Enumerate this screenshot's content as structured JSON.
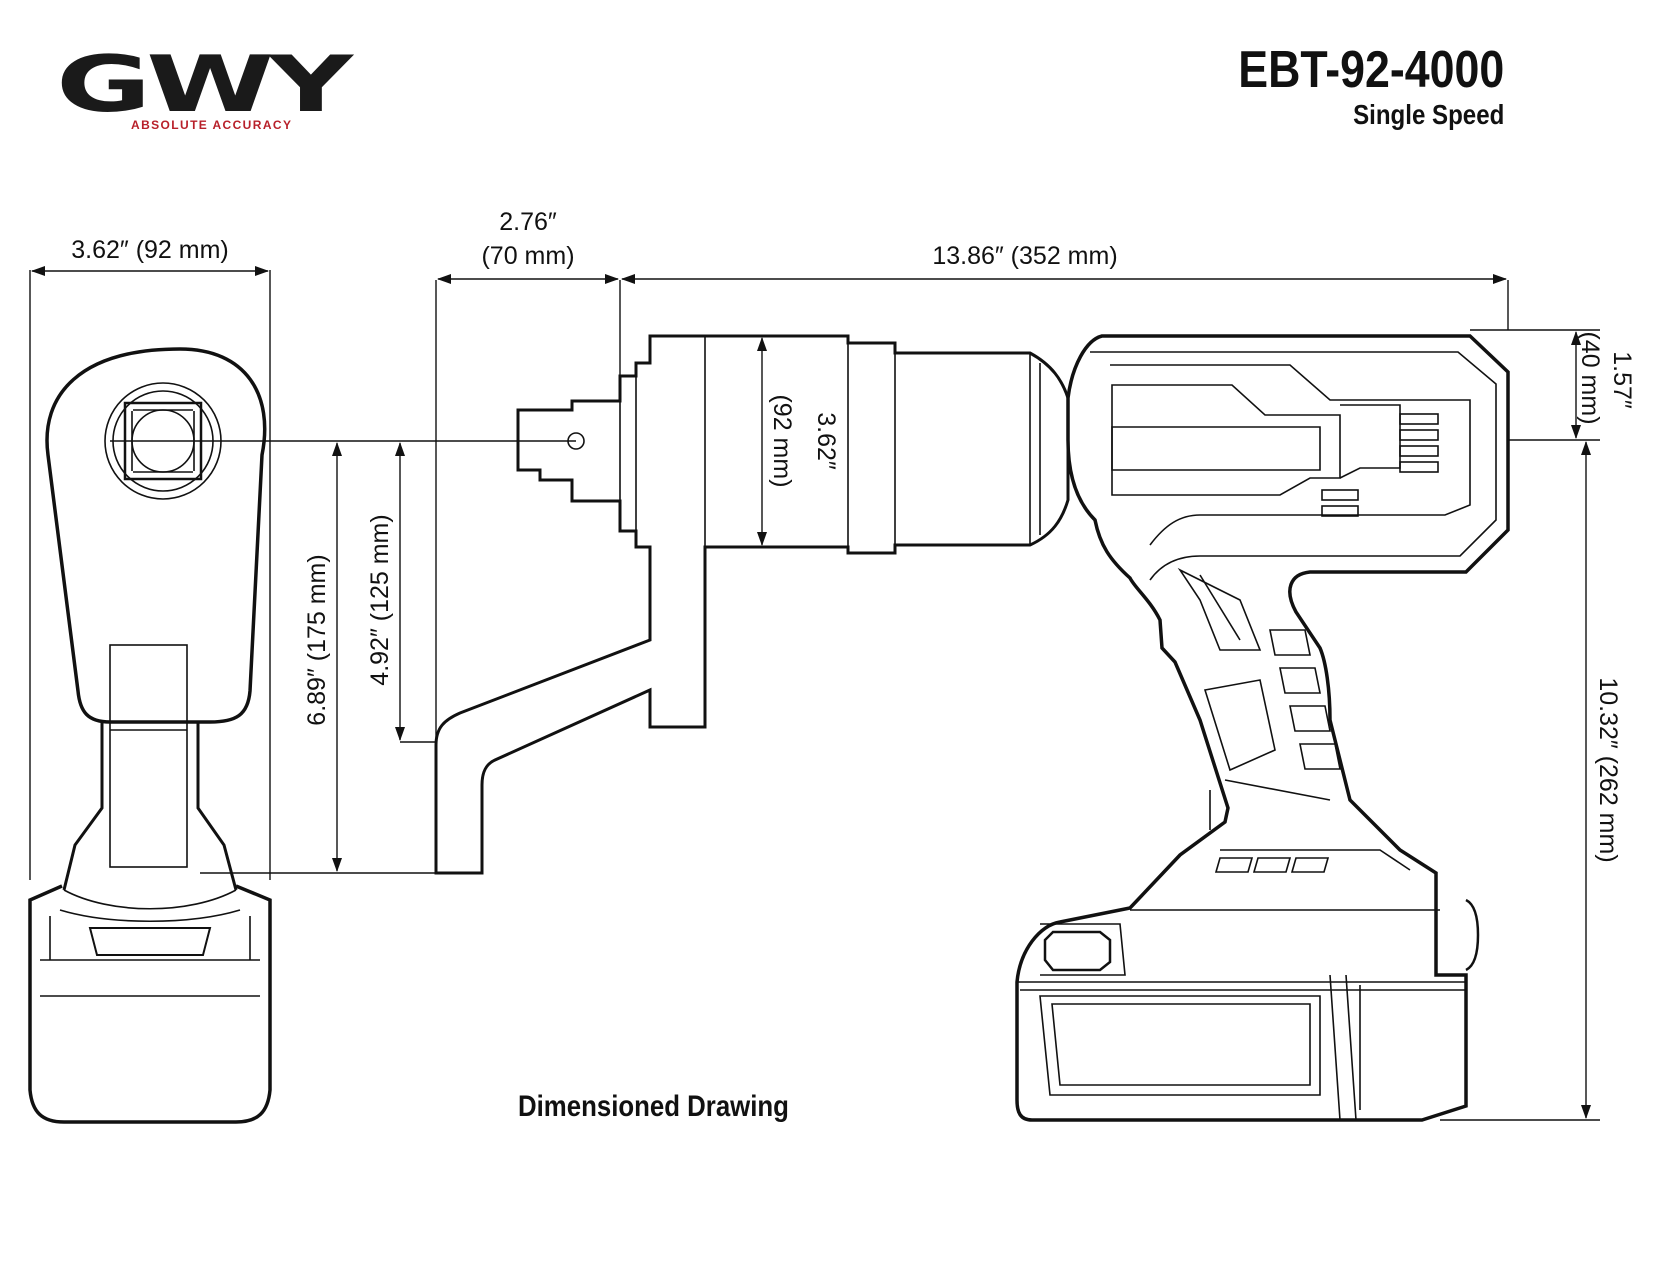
{
  "brand": {
    "logo_text": "GWY",
    "tagline": "ABSOLUTE ACCURACY",
    "tagline_color": "#b8202a"
  },
  "product": {
    "model": "EBT-92-4000",
    "variant": "Single Speed"
  },
  "caption": "Dimensioned Drawing",
  "dimensions": {
    "front_width": "3.62″ (92 mm)",
    "square_drive_offset_in": "2.76″",
    "square_drive_offset_mm": "(70 mm)",
    "overall_length": "13.86″ (352 mm)",
    "gearbox_height_in": "3.62″",
    "gearbox_height_mm": "(92 mm)",
    "reaction_outer": "6.89″ (175 mm)",
    "reaction_inner": "4.92″ (125 mm)",
    "top_offset_in": "1.57″",
    "top_offset_mm": "(40 mm)",
    "overall_height": "10.32″ (262 mm)"
  }
}
